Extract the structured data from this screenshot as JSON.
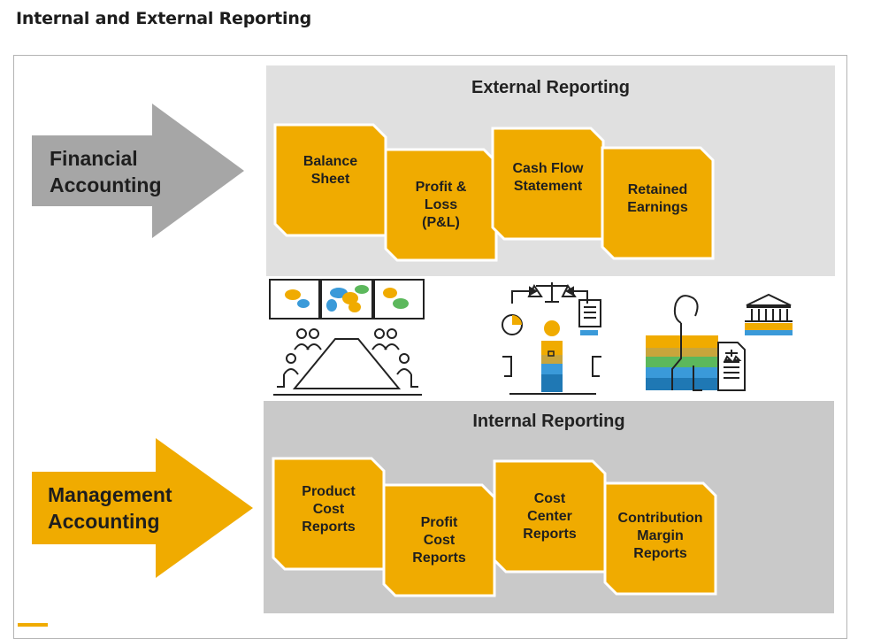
{
  "page": {
    "title": "Internal and External Reporting"
  },
  "colors": {
    "accent": "#f0ab00",
    "arrow_gray": "#a6a6a6",
    "band_external": "#e0e0e0",
    "band_internal": "#c9c9c9"
  },
  "diagram": {
    "financial_label": "Financial\nAccounting",
    "management_label": "Management\nAccounting",
    "external_title": "External Reporting",
    "internal_title": "Internal Reporting",
    "external_cards": [
      {
        "label": "Balance\nSheet"
      },
      {
        "label": "Profit &\nLoss\n(P&L)"
      },
      {
        "label": "Cash Flow\nStatement"
      },
      {
        "label": "Retained\nEarnings"
      }
    ],
    "internal_cards": [
      {
        "label": "Product\nCost\nReports"
      },
      {
        "label": "Profit\nCost\nReports"
      },
      {
        "label": "Cost\nCenter\nReports"
      },
      {
        "label": "Contribution\nMargin\nReports"
      }
    ],
    "illustrations": [
      {
        "icon": "meeting-room-icon"
      },
      {
        "icon": "balance-scale-person-icon"
      },
      {
        "icon": "bank-document-icon"
      }
    ]
  }
}
